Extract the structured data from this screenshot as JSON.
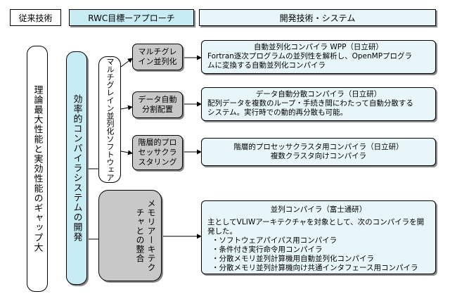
{
  "headers": {
    "conventional": "従来技術",
    "rwc_goal": "RWC目標ーアプローチ",
    "developed": "開発技術・システム"
  },
  "left_column": "理論最大性能と実効性能のギャップ大",
  "middle_column": "効率的コンパイラシステムの開発",
  "software_pill": "マルチグレイン並列化ソフトウェア",
  "memory_pill": "メモリアーキテクチャとの整合",
  "approaches": [
    {
      "label": "マルチグレ\nイン並列化"
    },
    {
      "label": "データ自動\n分割配置"
    },
    {
      "label": "階層的プロ\nセッサクラ\nスタリング"
    }
  ],
  "systems": [
    {
      "title": "自動並列化コンパイラ WPP（日立研）",
      "lines": [
        "Fortran逐次プログラムの並列性を解析し、OpenMPプログラ",
        "ムに変換する自動並列化コンパイラ"
      ]
    },
    {
      "title": "データ自動分散コンパイラ（日立研）",
      "lines": [
        "配列データを複数のループ・手続き間にわたって自動分散する",
        "システム。実行時での動的再分散も可能。"
      ]
    },
    {
      "title": "階層的プロセッサクラスタ用コンパイラ（日立研）",
      "lines": [
        "複数クラスタ向けコンパイラ"
      ]
    },
    {
      "title": "並列コンパイラ（富士通研）",
      "lines": [
        "主としてVLIWアーキテクチャを対象として、次のコンパイラを開発した。",
        "・ソフトウェアパイパス用コンパイラ",
        "・条件付き実行命令用コンパイラ",
        "・分散メモリ並列計算機用自動並列化コンパイラ",
        "・分散メモリ並列計算機向け共通インタフェース用コンパイラ"
      ]
    }
  ],
  "colors": {
    "accent_cyan": "#c8ecf4",
    "light_cyan": "#e8f6fa",
    "gray": "#c8c8c8"
  }
}
